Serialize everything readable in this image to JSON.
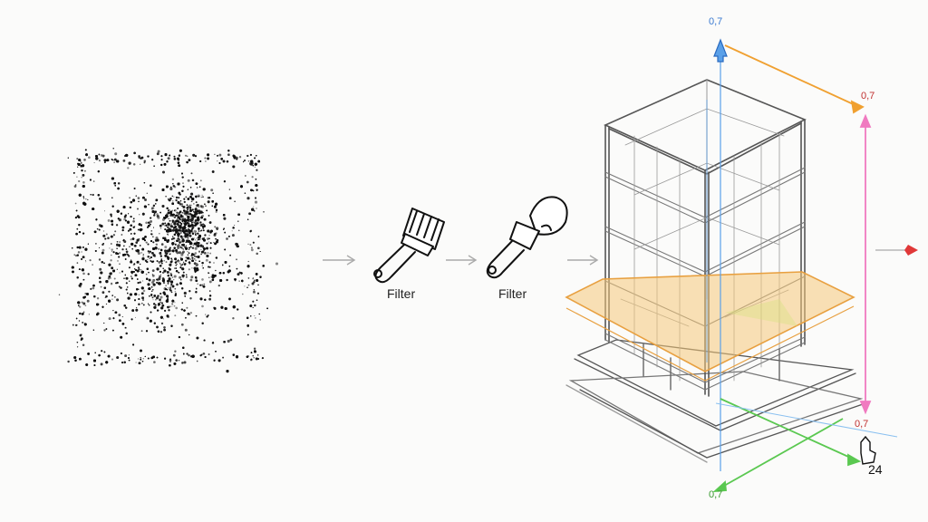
{
  "steps": [
    {
      "label": "Filter",
      "icon": "paint-brush-icon"
    },
    {
      "label": "Filter",
      "icon": "spoon-brush-icon"
    }
  ],
  "axis_labels": {
    "top_blue": "0,7",
    "top_right_red": "0,7",
    "bottom_right_red": "0,7",
    "bottom_green": "0,7",
    "right_value": "24"
  },
  "colors": {
    "noise": "#111111",
    "arrow": "#aaaaaa",
    "sketch": "#555555",
    "orange": "#f0a030",
    "pink": "#f07ac0",
    "blue": "#5aa0e8",
    "green": "#5ac850",
    "red": "#e03838"
  }
}
